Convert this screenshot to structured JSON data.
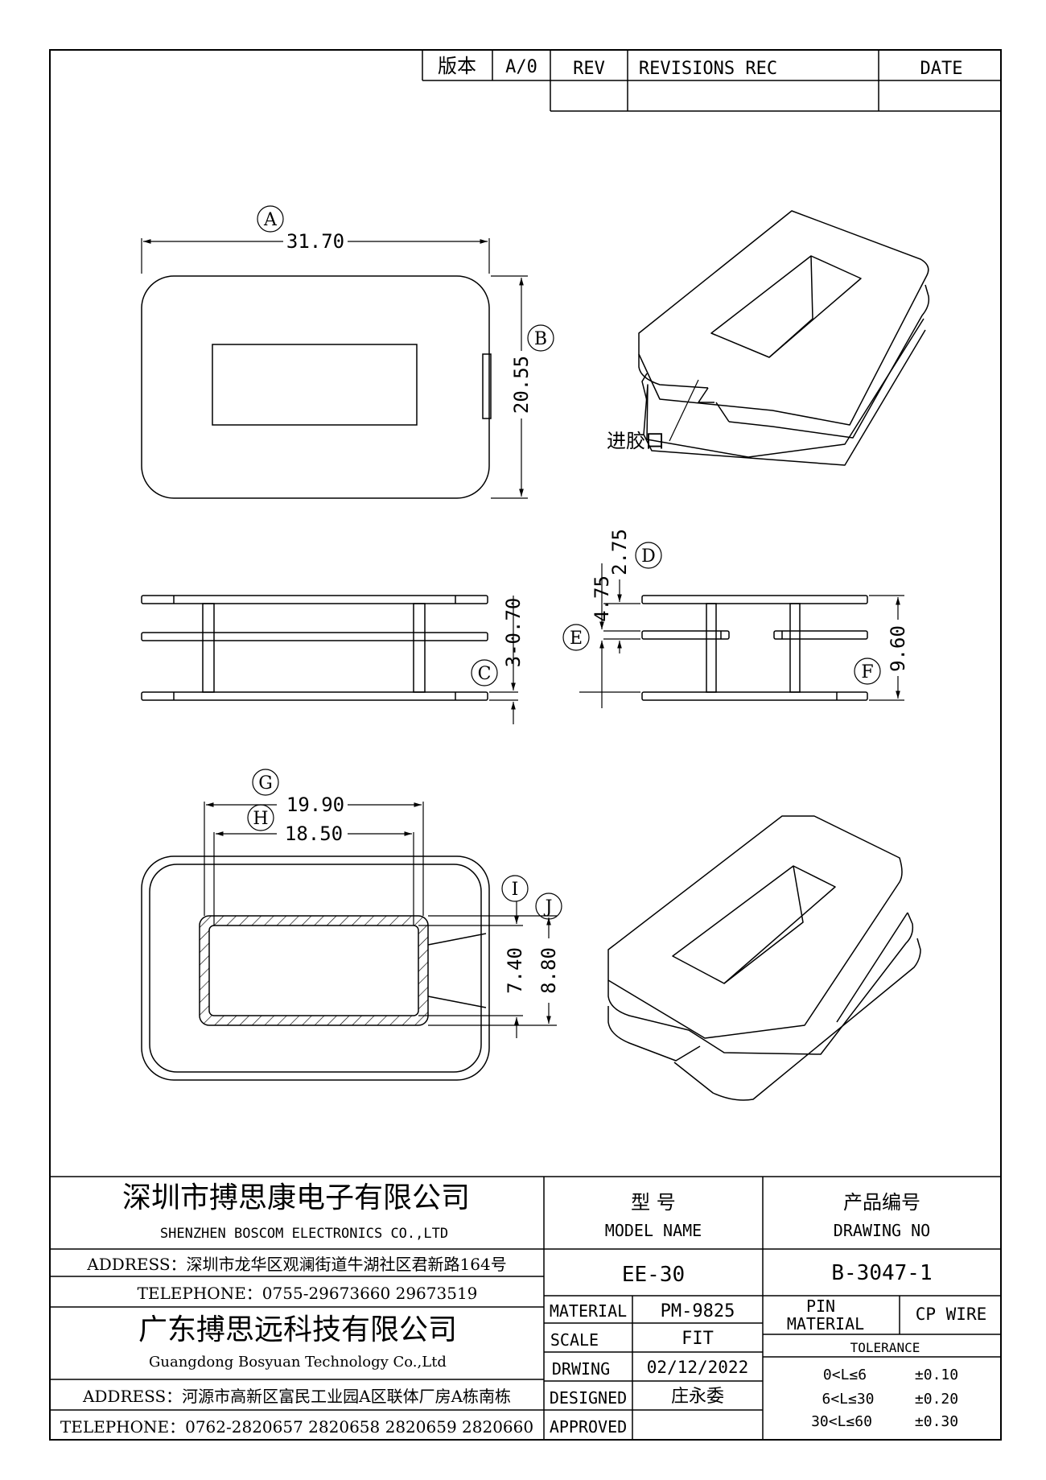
{
  "revision_block": {
    "version_label": "版本",
    "version_value": "A/0",
    "rev_header": "REV",
    "revisions_header": "REVISIONS REC",
    "date_header": "DATE"
  },
  "dimensions": {
    "A": {
      "label": "A",
      "value": "31.70"
    },
    "B": {
      "label": "B",
      "value": "20.55"
    },
    "C": {
      "label": "C",
      "value": "3-0.70"
    },
    "D": {
      "label": "D",
      "value": "2.75"
    },
    "E": {
      "label": "E",
      "value": "4.75"
    },
    "F": {
      "label": "F",
      "value": "9.60"
    },
    "G": {
      "label": "G",
      "value": "19.90"
    },
    "H": {
      "label": "H",
      "value": "18.50"
    },
    "I": {
      "label": "I",
      "value": "7.40"
    },
    "J": {
      "label": "J",
      "value": "8.80"
    }
  },
  "annotations": {
    "gate_label": "进胶口"
  },
  "title_block": {
    "company1_cn": "深圳市搏思康电子有限公司",
    "company1_en": "SHENZHEN BOSCOM ELECTRONICS CO.,LTD",
    "address1": "ADDRESS：深圳市龙华区观澜街道牛湖社区君新路164号",
    "telephone1": "TELEPHONE：0755-29673660 29673519",
    "company2_cn": "广东搏思远科技有限公司",
    "company2_en": "Guangdong Bosyuan Technology Co.,Ltd",
    "address2": "ADDRESS：河源市高新区富民工业园A区联体厂房A栋南栋",
    "telephone2": "TELEPHONE：0762-2820657 2820658 2820659 2820660",
    "model_cn": "型    号",
    "model_en": "MODEL NAME",
    "model_value": "EE-30",
    "drawing_cn": "产品编号",
    "drawing_en": "DRAWING NO",
    "drawing_value": "B-3047-1",
    "material_label": "MATERIAL",
    "material_value": "PM-9825",
    "scale_label": "SCALE",
    "scale_value": "FIT",
    "drwing_label": "DRWING",
    "drwing_value": "02/12/2022",
    "designed_label": "DESIGNED",
    "designed_value": "庄永委",
    "approved_label": "APPROVED",
    "approved_value": "",
    "pin_label": "PIN",
    "pin_material_label": "MATERIAL",
    "pin_material_value": "CP WIRE",
    "tolerance_label": "TOLERANCE",
    "tolerance_rows": [
      {
        "range": "0<L≤6",
        "value": "±0.10"
      },
      {
        "range": "6<L≤30",
        "value": "±0.20"
      },
      {
        "range": "30<L≤60",
        "value": "±0.30"
      }
    ]
  }
}
